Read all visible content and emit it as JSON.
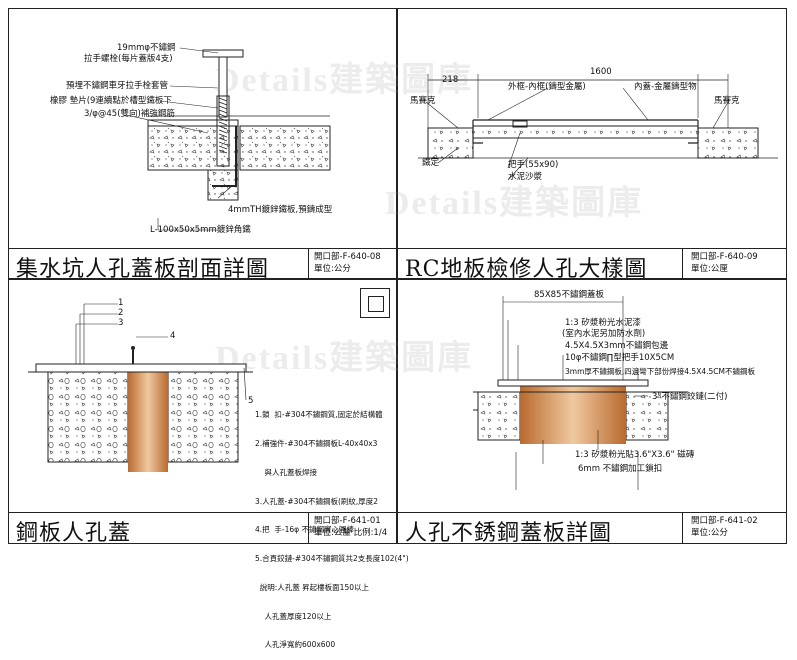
{
  "watermark": "Details建築圖庫",
  "panels": [
    {
      "title": "集水坑人孔蓋板剖面詳圖",
      "code": "開口部-F-640-08",
      "unit": "單位:公分",
      "labels": [
        "19mmφ不鏽鋼",
        "拉手螺栓(每片蓋版4支)",
        "預埋不鏽鋼車牙拉手栓套管",
        "橡膠 墊片(9連續點於槽型鐵板下",
        "3/φ@45(雙向)補強鋼筋",
        "4mmTH鍍鋅鐵板,預鑄成型",
        "L-100x50x5mm鍍鋅角鐵"
      ]
    },
    {
      "title": "RC地板檢修人孔大樣圖",
      "code": "開口部-F-640-09",
      "unit": "單位:公厘",
      "labels": [
        "1600",
        "218",
        "外框-內框(鑄型金屬)",
        "內蓋-金屬鑄型物",
        "馬賽克",
        "馬賽克",
        "鐵定",
        "把手(55x90)",
        "水泥沙漿"
      ]
    },
    {
      "title": "鋼板人孔蓋",
      "code": "開口部-F-641-01",
      "unit": "單位:公釐  比例:1/4",
      "callouts": [
        "1",
        "2",
        "3",
        "4",
        "5"
      ],
      "notes": [
        "1.鎖  扣-#304不鏽鋼質,固定於結構體",
        "2.補強件-#304不鏽鋼板L-40x40x3",
        "    與人孔蓋板焊接",
        "3.人孔蓋-#304不鏽鋼板(刷紋,厚度2",
        "4.把  手-16φ 不鏽鋼實心圓棒",
        "5.合頁鉸鏈-#304不鏽鋼質共2支長度102(4\")",
        "  說明:人孔蓋 昇起樓板面150以上",
        "    人孔蓋厚度120以上",
        "    人孔淨寬約600x600"
      ]
    },
    {
      "title": "人孔不銹鋼蓋板詳圖",
      "code": "開口部-F-641-02",
      "unit": "單位:公分",
      "labels": [
        "85X85不鏽鋼蓋板",
        "1:3 矽漿粉光水泥漆",
        "(室內水泥另加防水劑)",
        "4.5X4.5X3mm不鏽鋼包邊",
        "10φ不鏽鋼∏型把手10X5CM",
        "3mm厚不鏽鋼板,四邊彎下部份焊接4.5X4.5CM不鏽鋼板",
        "3\"不鏽鋼鉸鏈(二付)",
        "1:3 矽漿粉光貼3.6\"X3.6\" 磁磚",
        "6mm 不鏽鋼加工鎖扣"
      ]
    }
  ]
}
